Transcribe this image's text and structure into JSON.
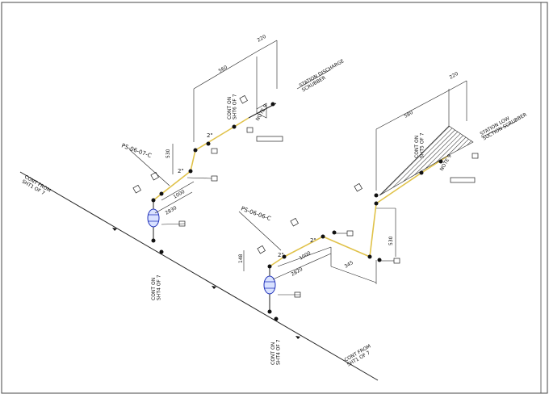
{
  "labels": {
    "cont_from_left": "CONT FROM\nSHT1 OF 7",
    "cont_from_right": "CONT FROM\nSHT1 OF 7",
    "cont_on_left": "CONT ON\nSHT4 OF 7",
    "cont_on_bottom": "CONT ON\nSHT4 OF 7",
    "cont_on_upper_left": "CONT ON\nSHT6 OF 7",
    "cont_on_upper_right": "CONT ON\nSHT5 OF 7",
    "line_left": "PS-06-07-C",
    "line_right": "PS-06-06-C",
    "station_discharge": "STATION DISCHARGE\nSCRUBBER",
    "station_low": "STATION LOW\nSUCTION SCRUBBER",
    "note_left": "NOTE 9",
    "note_right": "NOTE 9",
    "size_1": "2\"",
    "size_2": "2\"",
    "size_3": "2\"",
    "size_4": "2\"",
    "dim_220_a": "220",
    "dim_560": "560",
    "dim_530_a": "530",
    "dim_1000_a": "1000",
    "dim_2830": "2830",
    "dim_220_b": "220",
    "dim_580": "580",
    "dim_530_b": "530",
    "dim_1000_b": "1000",
    "dim_2820": "2820",
    "dim_345": "345",
    "dim_148": "148"
  }
}
